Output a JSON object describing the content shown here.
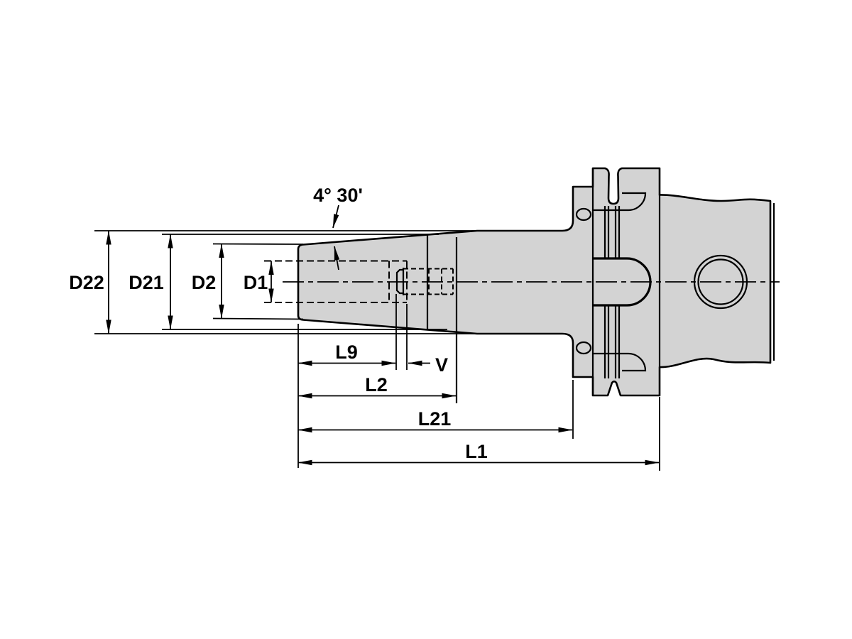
{
  "drawing": {
    "labels": {
      "angle": "4° 30'",
      "d22": "D22",
      "d21": "D21",
      "d2": "D2",
      "d1": "D1",
      "l9": "L9",
      "v": "V",
      "l2": "L2",
      "l21": "L21",
      "l1": "L1"
    },
    "colors": {
      "body_fill": "#d3d3d3",
      "line": "#000000",
      "background": "#ffffff"
    }
  }
}
